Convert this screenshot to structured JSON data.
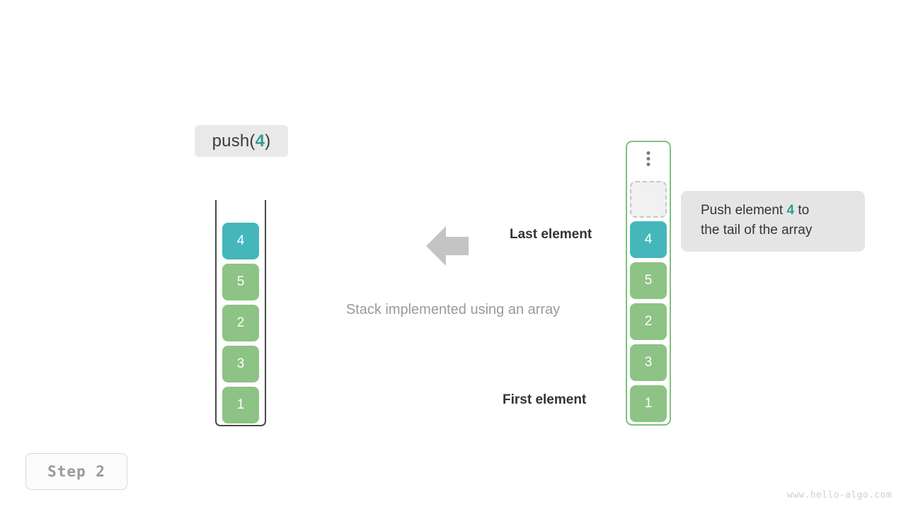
{
  "operation": {
    "prefix": "push(",
    "argument": "4",
    "suffix": ")"
  },
  "stack": {
    "title": "stack-container",
    "items": [
      {
        "value": "4",
        "color": "teal",
        "hex": "#45b7bb"
      },
      {
        "value": "5",
        "color": "green",
        "hex": "#8dc384"
      },
      {
        "value": "2",
        "color": "green",
        "hex": "#8dc384"
      },
      {
        "value": "3",
        "color": "green",
        "hex": "#8dc384"
      },
      {
        "value": "1",
        "color": "green",
        "hex": "#8dc384"
      }
    ]
  },
  "array": {
    "title": "array-container",
    "ellipsis": "⋮",
    "empty_slot_label": "",
    "items": [
      {
        "value": "4",
        "color": "teal",
        "hex": "#45b7bb"
      },
      {
        "value": "5",
        "color": "green",
        "hex": "#8dc384"
      },
      {
        "value": "2",
        "color": "green",
        "hex": "#8dc384"
      },
      {
        "value": "3",
        "color": "green",
        "hex": "#8dc384"
      },
      {
        "value": "1",
        "color": "green",
        "hex": "#8dc384"
      }
    ]
  },
  "annotations": {
    "last_element": "Last element",
    "first_element": "First element",
    "caption": "Stack implemented using an array"
  },
  "callout": {
    "line1_before": "Push element ",
    "highlight": "4",
    "line1_after": " to",
    "line2": "the tail of the array"
  },
  "step": {
    "label": "Step 2"
  },
  "watermark": {
    "text": "www.hello-algo.com"
  },
  "colors": {
    "teal": "#45b7bb",
    "green": "#8dc384",
    "accent_text": "#2f9e92",
    "array_border": "#7fc07f",
    "arrow": "#c4c4c4",
    "chip_bg": "#e9e9e9"
  }
}
